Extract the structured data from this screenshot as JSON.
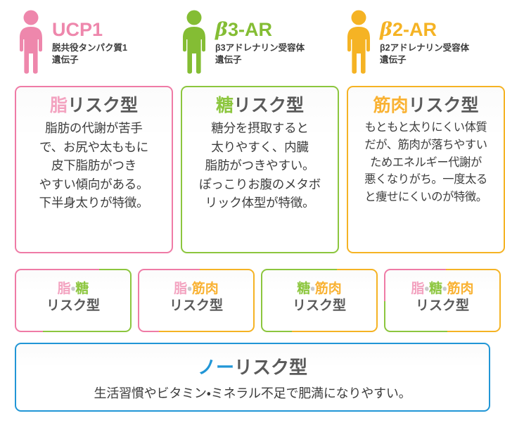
{
  "colors": {
    "pink": "#ee87ac",
    "pink_light": "#f3a3c0",
    "pink_border": "#ef7ba6",
    "green": "#84bd34",
    "green_text": "#8cc63e",
    "green_border": "#8cc63e",
    "orange": "#f5b324",
    "orange_text": "#f9b233",
    "orange_border": "#f5b324",
    "blue": "#2196d6",
    "gray_text": "#5a5a5a",
    "body_text": "#3d3d3d"
  },
  "genes": [
    {
      "icon": "person-icon-pink",
      "symbol_prefix": "",
      "symbol": "UCP1",
      "fullname": "脱共役タンパク質1\n遺伝子",
      "color": "#ee87ac"
    },
    {
      "icon": "person-icon-green",
      "symbol_prefix": "β",
      "symbol": "3-AR",
      "fullname": "β3アドレナリン受容体\n遺伝子",
      "color": "#84bd34"
    },
    {
      "icon": "person-icon-orange",
      "symbol_prefix": "β",
      "symbol": "2-AR",
      "fullname": "β2アドレナリン受容体\n遺伝子",
      "color": "#f5b324"
    }
  ],
  "risk_cards": [
    {
      "title_accent": "脂",
      "title_plain": "リスク型",
      "accent_color": "#f3a3c0",
      "border_color": "#ef7ba6",
      "body": "脂肪の代謝が苦手\nで、お尻や太ももに\n皮下脂肪がつき\nやすい傾向がある。\n下半身太りが特徴。"
    },
    {
      "title_accent": "糖",
      "title_plain": "リスク型",
      "accent_color": "#8cc63e",
      "border_color": "#8cc63e",
      "body": "糖分を摂取すると\n太りやすく、内臓\n脂肪がつきやすい。\nぽっこりお腹のメタボ\nリック体型が特徴。"
    },
    {
      "title_accent": "筋肉",
      "title_plain": "リスク型",
      "accent_color": "#f9b233",
      "border_color": "#f5b324",
      "body": "もともと太りにくい体質\nだが、筋肉が落ちやすい\nためエネルギー代謝が\n悪くなりがち。一度太る\nと痩せにくいのが特徴。"
    }
  ],
  "combo_boxes": [
    {
      "parts": [
        "脂",
        "糖"
      ],
      "part_colors": [
        "#f3a3c0",
        "#8cc63e"
      ],
      "line2": "リスク型",
      "border_pattern": "pink-green"
    },
    {
      "parts": [
        "脂",
        "筋肉"
      ],
      "part_colors": [
        "#f3a3c0",
        "#f9b233"
      ],
      "line2": "リスク型",
      "border_pattern": "pink-orange"
    },
    {
      "parts": [
        "糖",
        "筋肉"
      ],
      "part_colors": [
        "#8cc63e",
        "#f9b233"
      ],
      "line2": "リスク型",
      "border_pattern": "green-orange"
    },
    {
      "parts": [
        "脂",
        "糖",
        "筋肉"
      ],
      "part_colors": [
        "#f3a3c0",
        "#8cc63e",
        "#f9b233"
      ],
      "line2": "リスク型",
      "border_pattern": "pink-green-orange"
    }
  ],
  "no_risk": {
    "title_accent": "ノー",
    "title_plain": "リスク型",
    "accent_color": "#2196d6",
    "border_color": "#2196d6",
    "subtitle": "生活習慣やビタミン・ミネラル不足で肥満になりやすい。"
  },
  "separator": "・"
}
